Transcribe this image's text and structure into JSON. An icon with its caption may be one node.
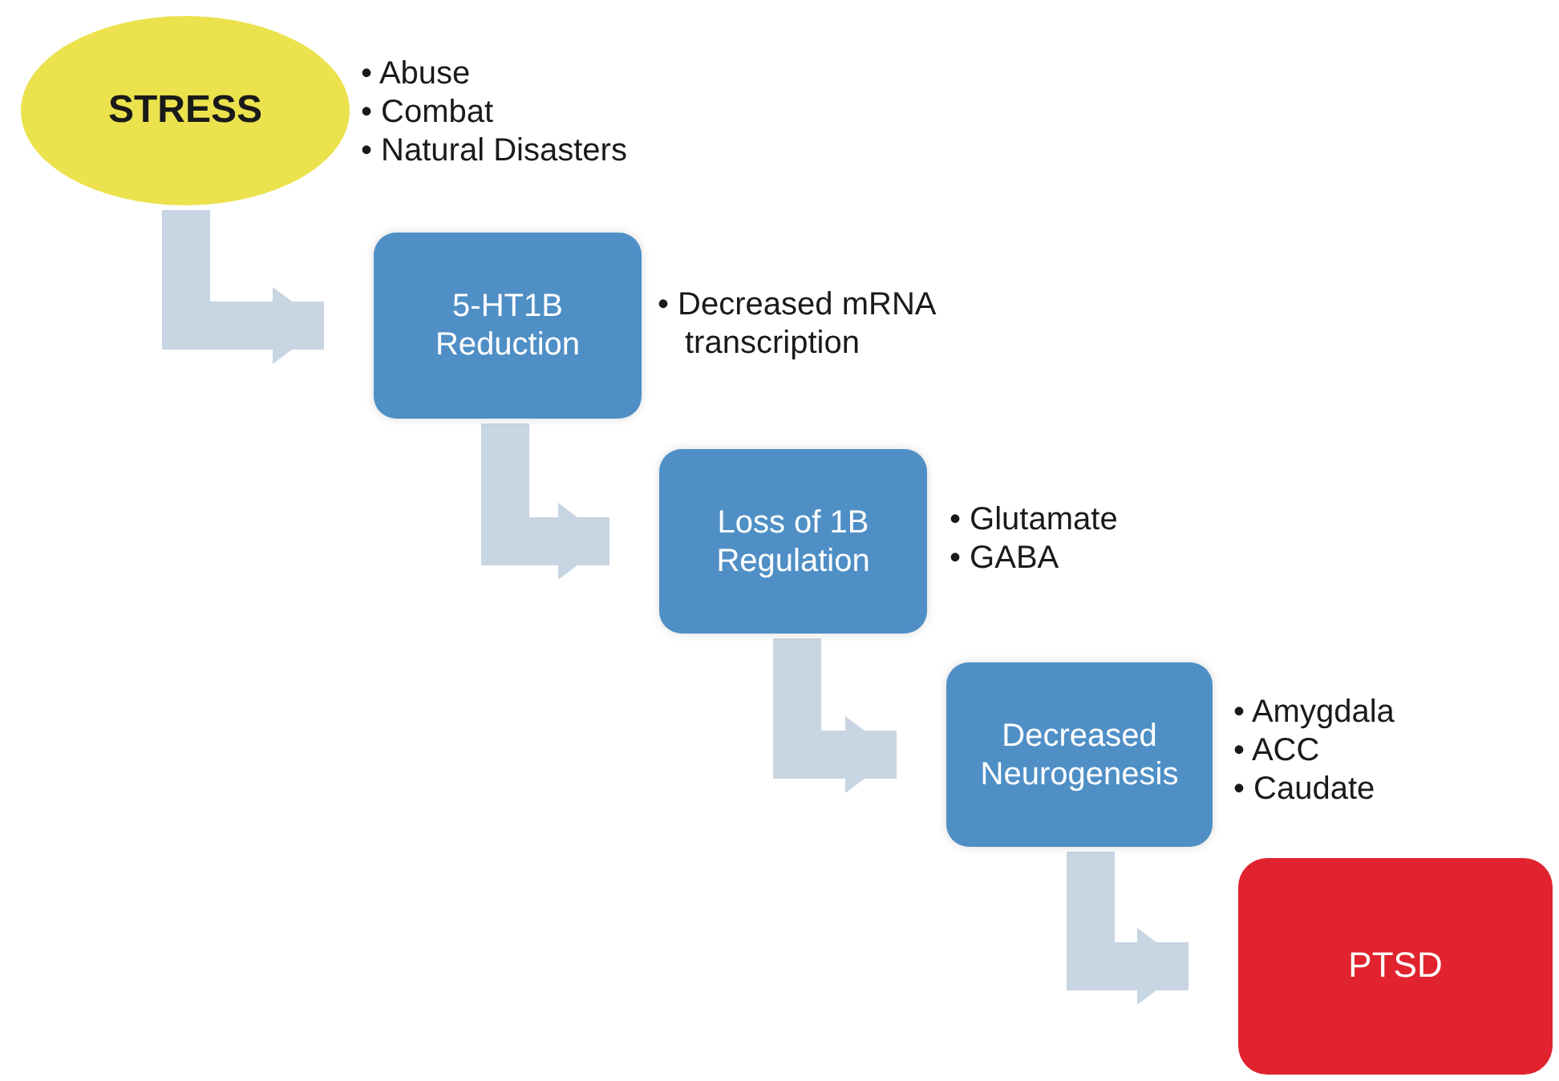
{
  "diagram": {
    "nodes": [
      {
        "text": [
          "STRESS"
        ],
        "beside": [
          "• Abuse",
          "• Combat",
          "• Natural Disasters"
        ]
      },
      {
        "text": [
          "5-HT1B Reduction"
        ],
        "beside": [
          "• Decreased mRNA transcription"
        ]
      },
      {
        "text": [
          "Loss of 1B Regulation"
        ],
        "beside": [
          "• Glutamate",
          "• GABA"
        ]
      },
      {
        "text": [
          "Decreased Neurogenesis"
        ],
        "beside": [
          "• Amygdala",
          "• ACC",
          "• Caudate"
        ]
      },
      {
        "text": [
          "PTSD"
        ]
      }
    ],
    "edges": [
      {
        "from": 0,
        "to": 1,
        "arrow": "to"
      },
      {
        "from": 1,
        "to": 2,
        "arrow": "to"
      },
      {
        "from": 2,
        "to": 3,
        "arrow": "to"
      },
      {
        "from": 3,
        "to": 4,
        "arrow": "to"
      }
    ]
  }
}
